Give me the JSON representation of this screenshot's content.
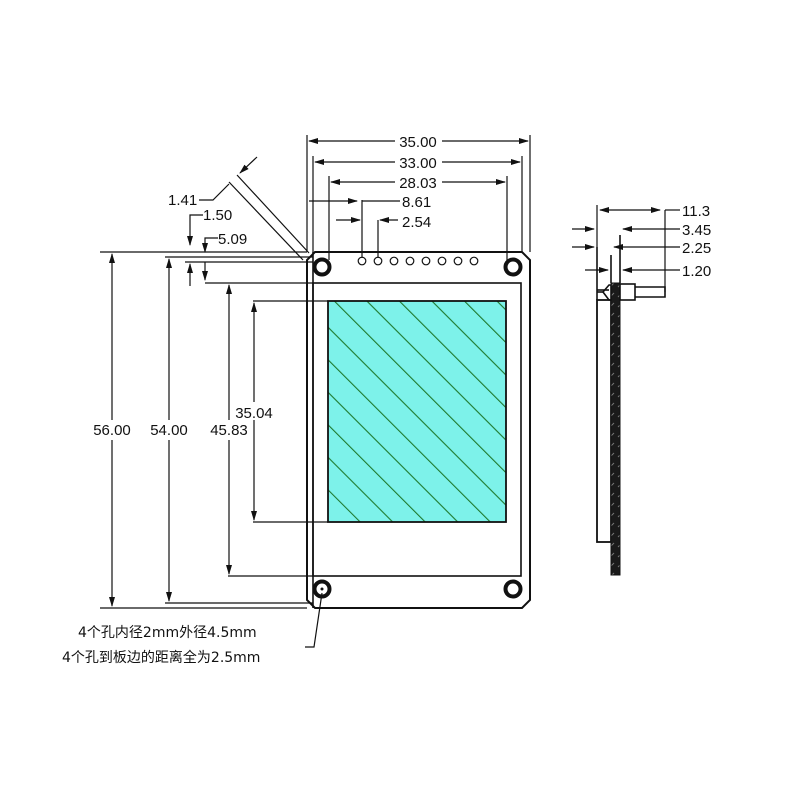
{
  "title": "LCD module mechanical dimension drawing",
  "colors": {
    "screen_fill": "#7df2ea",
    "hatch": "#1f7a2f",
    "line": "#111111",
    "pcb_side": "#1a1a1a"
  },
  "front_view": {
    "horizontal_dims": [
      {
        "id": "board_width",
        "value": "35.00"
      },
      {
        "id": "hole_spacing_outer",
        "value": "33.00"
      },
      {
        "id": "module_width",
        "value": "28.03"
      },
      {
        "id": "first_pin_offset",
        "value": "8.61"
      },
      {
        "id": "pin_pitch",
        "value": "2.54"
      }
    ],
    "left_dims": [
      {
        "id": "chamfer",
        "value": "1.41"
      },
      {
        "id": "top_offset",
        "value": "1.50"
      },
      {
        "id": "header_offset",
        "value": "5.09"
      }
    ],
    "vertical_dims": [
      {
        "id": "board_height",
        "value": "56.00"
      },
      {
        "id": "hole_spacing_vertical",
        "value": "54.00"
      },
      {
        "id": "display_outline_height",
        "value": "45.83"
      },
      {
        "id": "active_area_height",
        "value": "35.04"
      }
    ],
    "pin_count": 8,
    "mounting_holes": 4
  },
  "side_view": {
    "dims": [
      {
        "id": "total_depth",
        "value": "11.3"
      },
      {
        "id": "module_thickness",
        "value": "3.45"
      },
      {
        "id": "glass_thickness",
        "value": "2.25"
      },
      {
        "id": "pcb_thickness",
        "value": "1.20"
      }
    ]
  },
  "notes": [
    "4个孔内径2mm外径4.5mm",
    "4个孔到板边的距离全为2.5mm"
  ]
}
